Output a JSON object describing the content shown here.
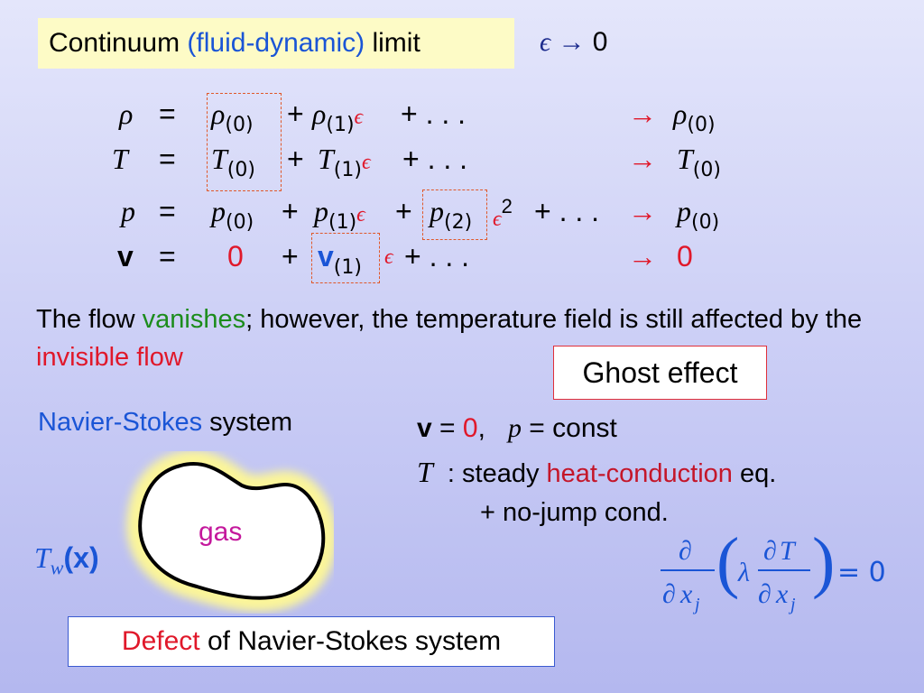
{
  "title": {
    "word1": "Continuum ",
    "word2": "(fluid-dynamic)",
    "word3": " limit"
  },
  "limit": {
    "epsilon": "ϵ",
    "arrow": "→",
    "zero": "0"
  },
  "expansions": [
    {
      "lhs": "ρ",
      "eq": "=",
      "t0": "ρ",
      "t0sub": "(0)",
      "t1": "ρ",
      "t1sub": "(1)",
      "eps": "ϵ",
      "tail": "+ . . .",
      "arrow": "→",
      "res": "ρ",
      "ressub": "(0)"
    },
    {
      "lhs": "T",
      "eq": "=",
      "t0": "T",
      "t0sub": "(0)",
      "t1": "T",
      "t1sub": "(1)",
      "eps": "ϵ",
      "tail": "+ . . .",
      "arrow": "→",
      "res": "T",
      "ressub": "(0)"
    },
    {
      "lhs": "p",
      "eq": "=",
      "t0": "p",
      "t0sub": "(0)",
      "t1": "p",
      "t1sub": "(1)",
      "eps": "ϵ",
      "t2": "p",
      "t2sub": "(2)",
      "eps2": "ϵ",
      "pow": "2",
      "tail": "+ . . .",
      "arrow": "→",
      "res": "p",
      "ressub": "(0)"
    },
    {
      "lhs": "v",
      "eq": "=",
      "t0": "0",
      "t1": "v",
      "t1sub": "(1)",
      "eps": "ϵ",
      "tail": "+ . . .",
      "arrow": "→",
      "res": "0"
    }
  ],
  "paragraph": {
    "p1": "The flow ",
    "p2": "vanishes",
    "p3": "; however, the temperature field is still affected by the ",
    "p4": "invisible flow"
  },
  "ghost_effect": "Ghost effect",
  "ns": {
    "word1": "Navier-Stokes",
    "word2": " system"
  },
  "conditions": {
    "v": "v",
    "eq": "=",
    "zero": "0",
    "comma": ",",
    "p": "p",
    "const": "const"
  },
  "steady": {
    "T": "T",
    "s1": " : steady ",
    "s2": "heat-conduction",
    "s3": " eq."
  },
  "nojump": "+ no-jump cond.",
  "heat_eq": {
    "partial": "∂",
    "x": "x",
    "j": "j",
    "lambda": "λ",
    "T": "T",
    "eq": "= 0"
  },
  "gas": "gas",
  "wall_temp": {
    "T": "T",
    "w": "w",
    "arg": "(x)"
  },
  "defect": {
    "word1": "Defect",
    "word2": " of Navier-Stokes system"
  },
  "colors": {
    "background": "#c9ccf5",
    "title_box": "#fdfbc6",
    "accent_blue": "#1a55d6",
    "accent_green": "#1c8c1c",
    "accent_red": "#e0182a",
    "gas_magenta": "#c4189c",
    "dashed_box": "#e0582a",
    "glow_yellow": "#fbf59a"
  }
}
